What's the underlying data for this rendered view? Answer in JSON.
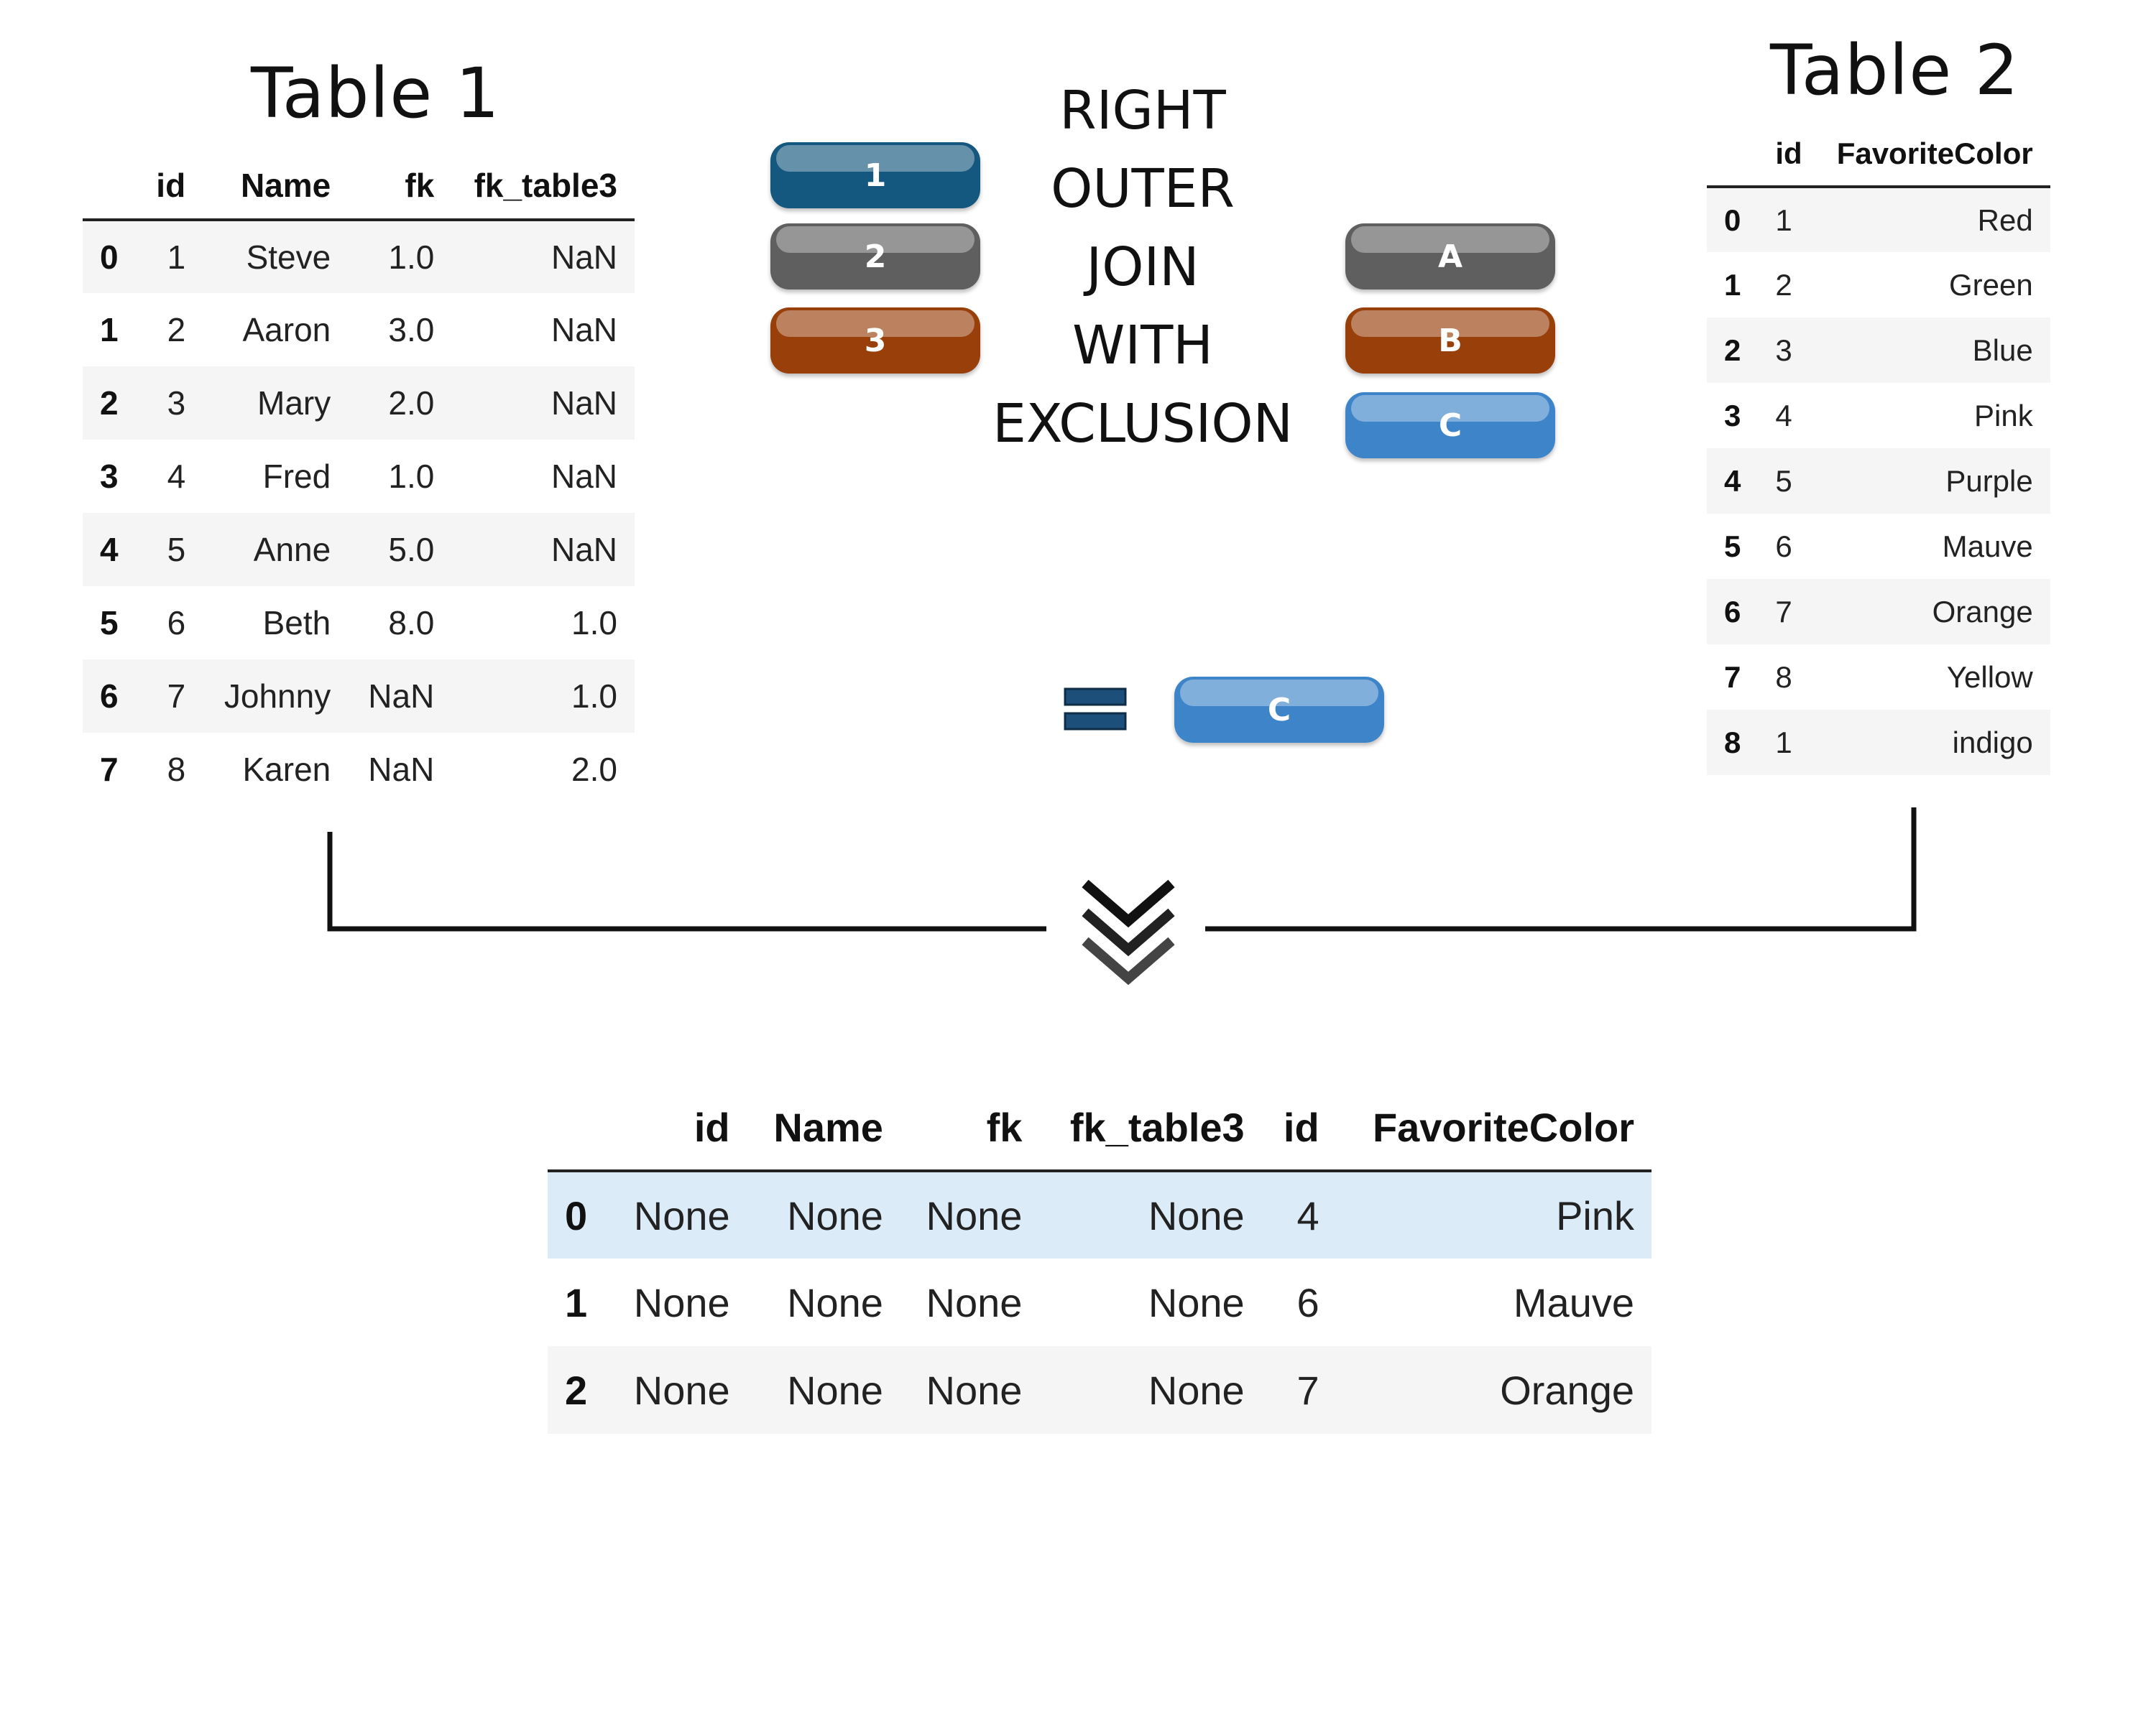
{
  "table1": {
    "title": "Table 1",
    "columns": [
      "",
      "id",
      "Name",
      "fk",
      "fk_table3"
    ],
    "rows": [
      [
        "0",
        "1",
        "Steve",
        "1.0",
        "NaN"
      ],
      [
        "1",
        "2",
        "Aaron",
        "3.0",
        "NaN"
      ],
      [
        "2",
        "3",
        "Mary",
        "2.0",
        "NaN"
      ],
      [
        "3",
        "4",
        "Fred",
        "1.0",
        "NaN"
      ],
      [
        "4",
        "5",
        "Anne",
        "5.0",
        "NaN"
      ],
      [
        "5",
        "6",
        "Beth",
        "8.0",
        "1.0"
      ],
      [
        "6",
        "7",
        "Johnny",
        "NaN",
        "1.0"
      ],
      [
        "7",
        "8",
        "Karen",
        "NaN",
        "2.0"
      ]
    ]
  },
  "table2": {
    "title": "Table 2",
    "columns": [
      "",
      "id",
      "FavoriteColor"
    ],
    "rows": [
      [
        "0",
        "1",
        "Red"
      ],
      [
        "1",
        "2",
        "Green"
      ],
      [
        "2",
        "3",
        "Blue"
      ],
      [
        "3",
        "4",
        "Pink"
      ],
      [
        "4",
        "5",
        "Purple"
      ],
      [
        "5",
        "6",
        "Mauve"
      ],
      [
        "6",
        "7",
        "Orange"
      ],
      [
        "7",
        "8",
        "Yellow"
      ],
      [
        "8",
        "1",
        "indigo"
      ]
    ]
  },
  "operation": {
    "words": [
      "RIGHT",
      "OUTER",
      "JOIN",
      "WITH",
      "EXCLUSION"
    ]
  },
  "left_pills": [
    {
      "label": "1",
      "color": "#14577f"
    },
    {
      "label": "2",
      "color": "#5f5f5f"
    },
    {
      "label": "3",
      "color": "#983f0a"
    }
  ],
  "right_pills": [
    {
      "label": "A",
      "color": "#5f5f5f"
    },
    {
      "label": "B",
      "color": "#983f0a"
    },
    {
      "label": "C",
      "color": "#3e84c9"
    }
  ],
  "equals": {
    "icon": "equals-icon",
    "color": "#1c4f7a",
    "result_pill": {
      "label": "C",
      "color": "#3e84c9"
    }
  },
  "connector": {
    "arrow_icon": "double-chevron-down-icon",
    "color": "#111111"
  },
  "result": {
    "columns": [
      "",
      "id",
      "Name",
      "fk",
      "fk_table3",
      "id",
      "FavoriteColor"
    ],
    "rows": [
      [
        "0",
        "None",
        "None",
        "None",
        "None",
        "4",
        "Pink"
      ],
      [
        "1",
        "None",
        "None",
        "None",
        "None",
        "6",
        "Mauve"
      ],
      [
        "2",
        "None",
        "None",
        "None",
        "None",
        "7",
        "Orange"
      ]
    ],
    "highlight_color": "#dcebf8"
  }
}
